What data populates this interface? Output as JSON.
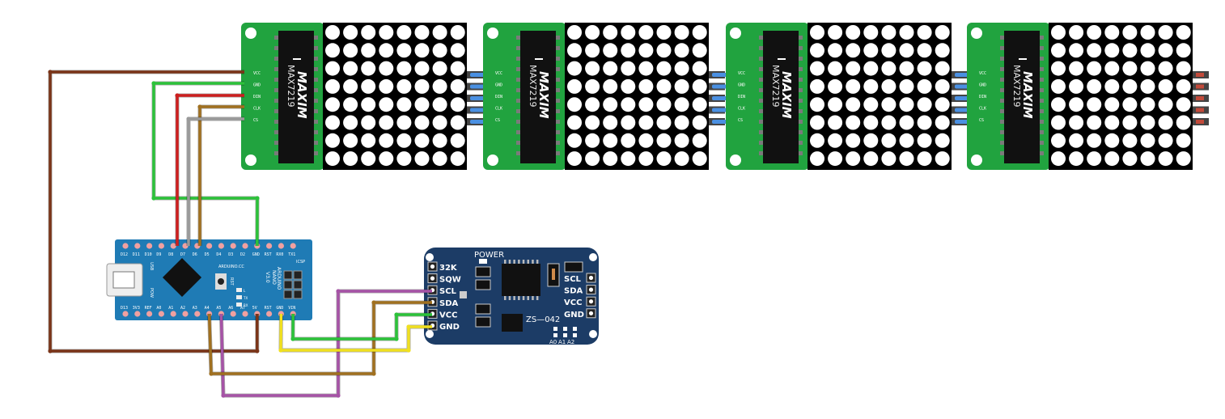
{
  "colors": {
    "module_green": "#21a33f",
    "chip_black": "#111111",
    "dot_white": "#ffffff",
    "nano_blue": "#1f7bb5",
    "rtc_navy": "#1c3c66",
    "wire_brown": "#7a3418",
    "wire_green": "#2cc23a",
    "wire_red": "#cc1f1f",
    "wire_gold": "#a07020",
    "wire_gray": "#9a9a9a",
    "wire_purple": "#a653a6",
    "wire_yellow": "#f0e020",
    "connector_blue": "#4a90e2"
  },
  "matrix_modules": [
    {
      "chip_label": "MAX7219",
      "brand": "MAXIM",
      "pin_labels": [
        "VCC",
        "GND",
        "DIN",
        "CLK",
        "CS"
      ]
    },
    {
      "chip_label": "MAX7219",
      "brand": "MAXIM",
      "pin_labels": [
        "VCC",
        "GND",
        "DIN",
        "CLK",
        "CS"
      ]
    },
    {
      "chip_label": "MAX7219",
      "brand": "MAXIM",
      "pin_labels": [
        "VCC",
        "GND",
        "DIN",
        "CLK",
        "CS"
      ]
    },
    {
      "chip_label": "MAX7219",
      "brand": "MAXIM",
      "pin_labels": [
        "VCC",
        "GND",
        "DIN",
        "CLK",
        "CS"
      ]
    }
  ],
  "arduino": {
    "top_pins": [
      "D12",
      "D11",
      "D10",
      "D9",
      "D8",
      "D7",
      "D6",
      "D5",
      "D4",
      "D3",
      "D2",
      "GND",
      "RST",
      "RX0",
      "TX1"
    ],
    "bottom_pins": [
      "D13",
      "3V3",
      "REF",
      "A0",
      "A1",
      "A2",
      "A3",
      "A4",
      "A5",
      "A6",
      "A7",
      "5V",
      "RST",
      "GND",
      "VIN"
    ],
    "labels": {
      "usb": "USB",
      "pwr": "POW",
      "rst": "RST",
      "cc": "ARDUINO.CC",
      "icsp": "ICSP",
      "name": "ARDUINO",
      "nano": "NANO",
      "version": "V3.0",
      "led_l": "L",
      "led_tx": "TX",
      "led_rx": "RX"
    }
  },
  "rtc": {
    "left_pins": [
      "32K",
      "SQW",
      "SCL",
      "SDA",
      "VCC",
      "GND"
    ],
    "right_pins": [
      "SCL",
      "SDA",
      "VCC",
      "GND"
    ],
    "power_label": "POWER",
    "model": "ZS—042",
    "addr_labels": [
      "A0",
      "A1",
      "A2"
    ]
  }
}
